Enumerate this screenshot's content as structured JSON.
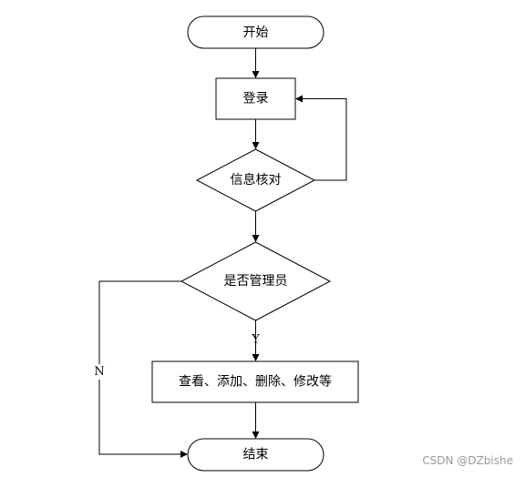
{
  "flowchart": {
    "nodes": {
      "start": "开始",
      "login": "登录",
      "verify": "信息核对",
      "is_admin": "是否管理员",
      "actions": "查看、添加、删除、修改等",
      "end": "结束"
    },
    "edges": {
      "yes_label": "Y",
      "no_label": "N"
    }
  },
  "watermark": {
    "text": "CSDN @DZbishe"
  }
}
